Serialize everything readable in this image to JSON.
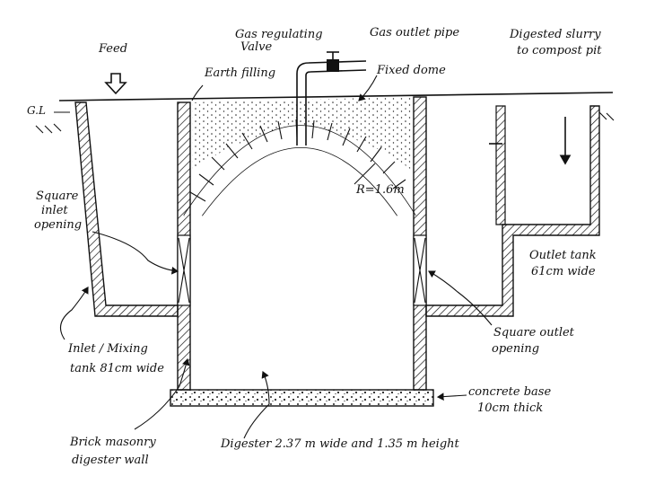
{
  "labels": {
    "feed": "Feed",
    "ground_level": "G.L",
    "gas_regulating_valve_1": "Gas regulating",
    "gas_regulating_valve_2": "Valve",
    "gas_outlet_pipe": "Gas outlet pipe",
    "earth_filling": "Earth filling",
    "fixed_dome": "Fixed dome",
    "digested_slurry_1": "Digested slurry",
    "digested_slurry_2": "to compost pit",
    "radius": "R=1.6m",
    "square_inlet_1": "Square",
    "square_inlet_2": "inlet",
    "square_inlet_3": "opening",
    "outlet_tank_1": "Outlet tank",
    "outlet_tank_2": "61cm wide",
    "square_outlet_1": "Square outlet",
    "square_outlet_2": "opening",
    "inlet_tank_1": "Inlet / Mixing",
    "inlet_tank_2": "tank 81cm wide",
    "concrete_base_1": "concrete base",
    "concrete_base_2": "10cm thick",
    "brick_wall_1": "Brick masonry",
    "brick_wall_2": "digester wall",
    "digester": "Digester 2.37 m wide and 1.35 m height"
  }
}
